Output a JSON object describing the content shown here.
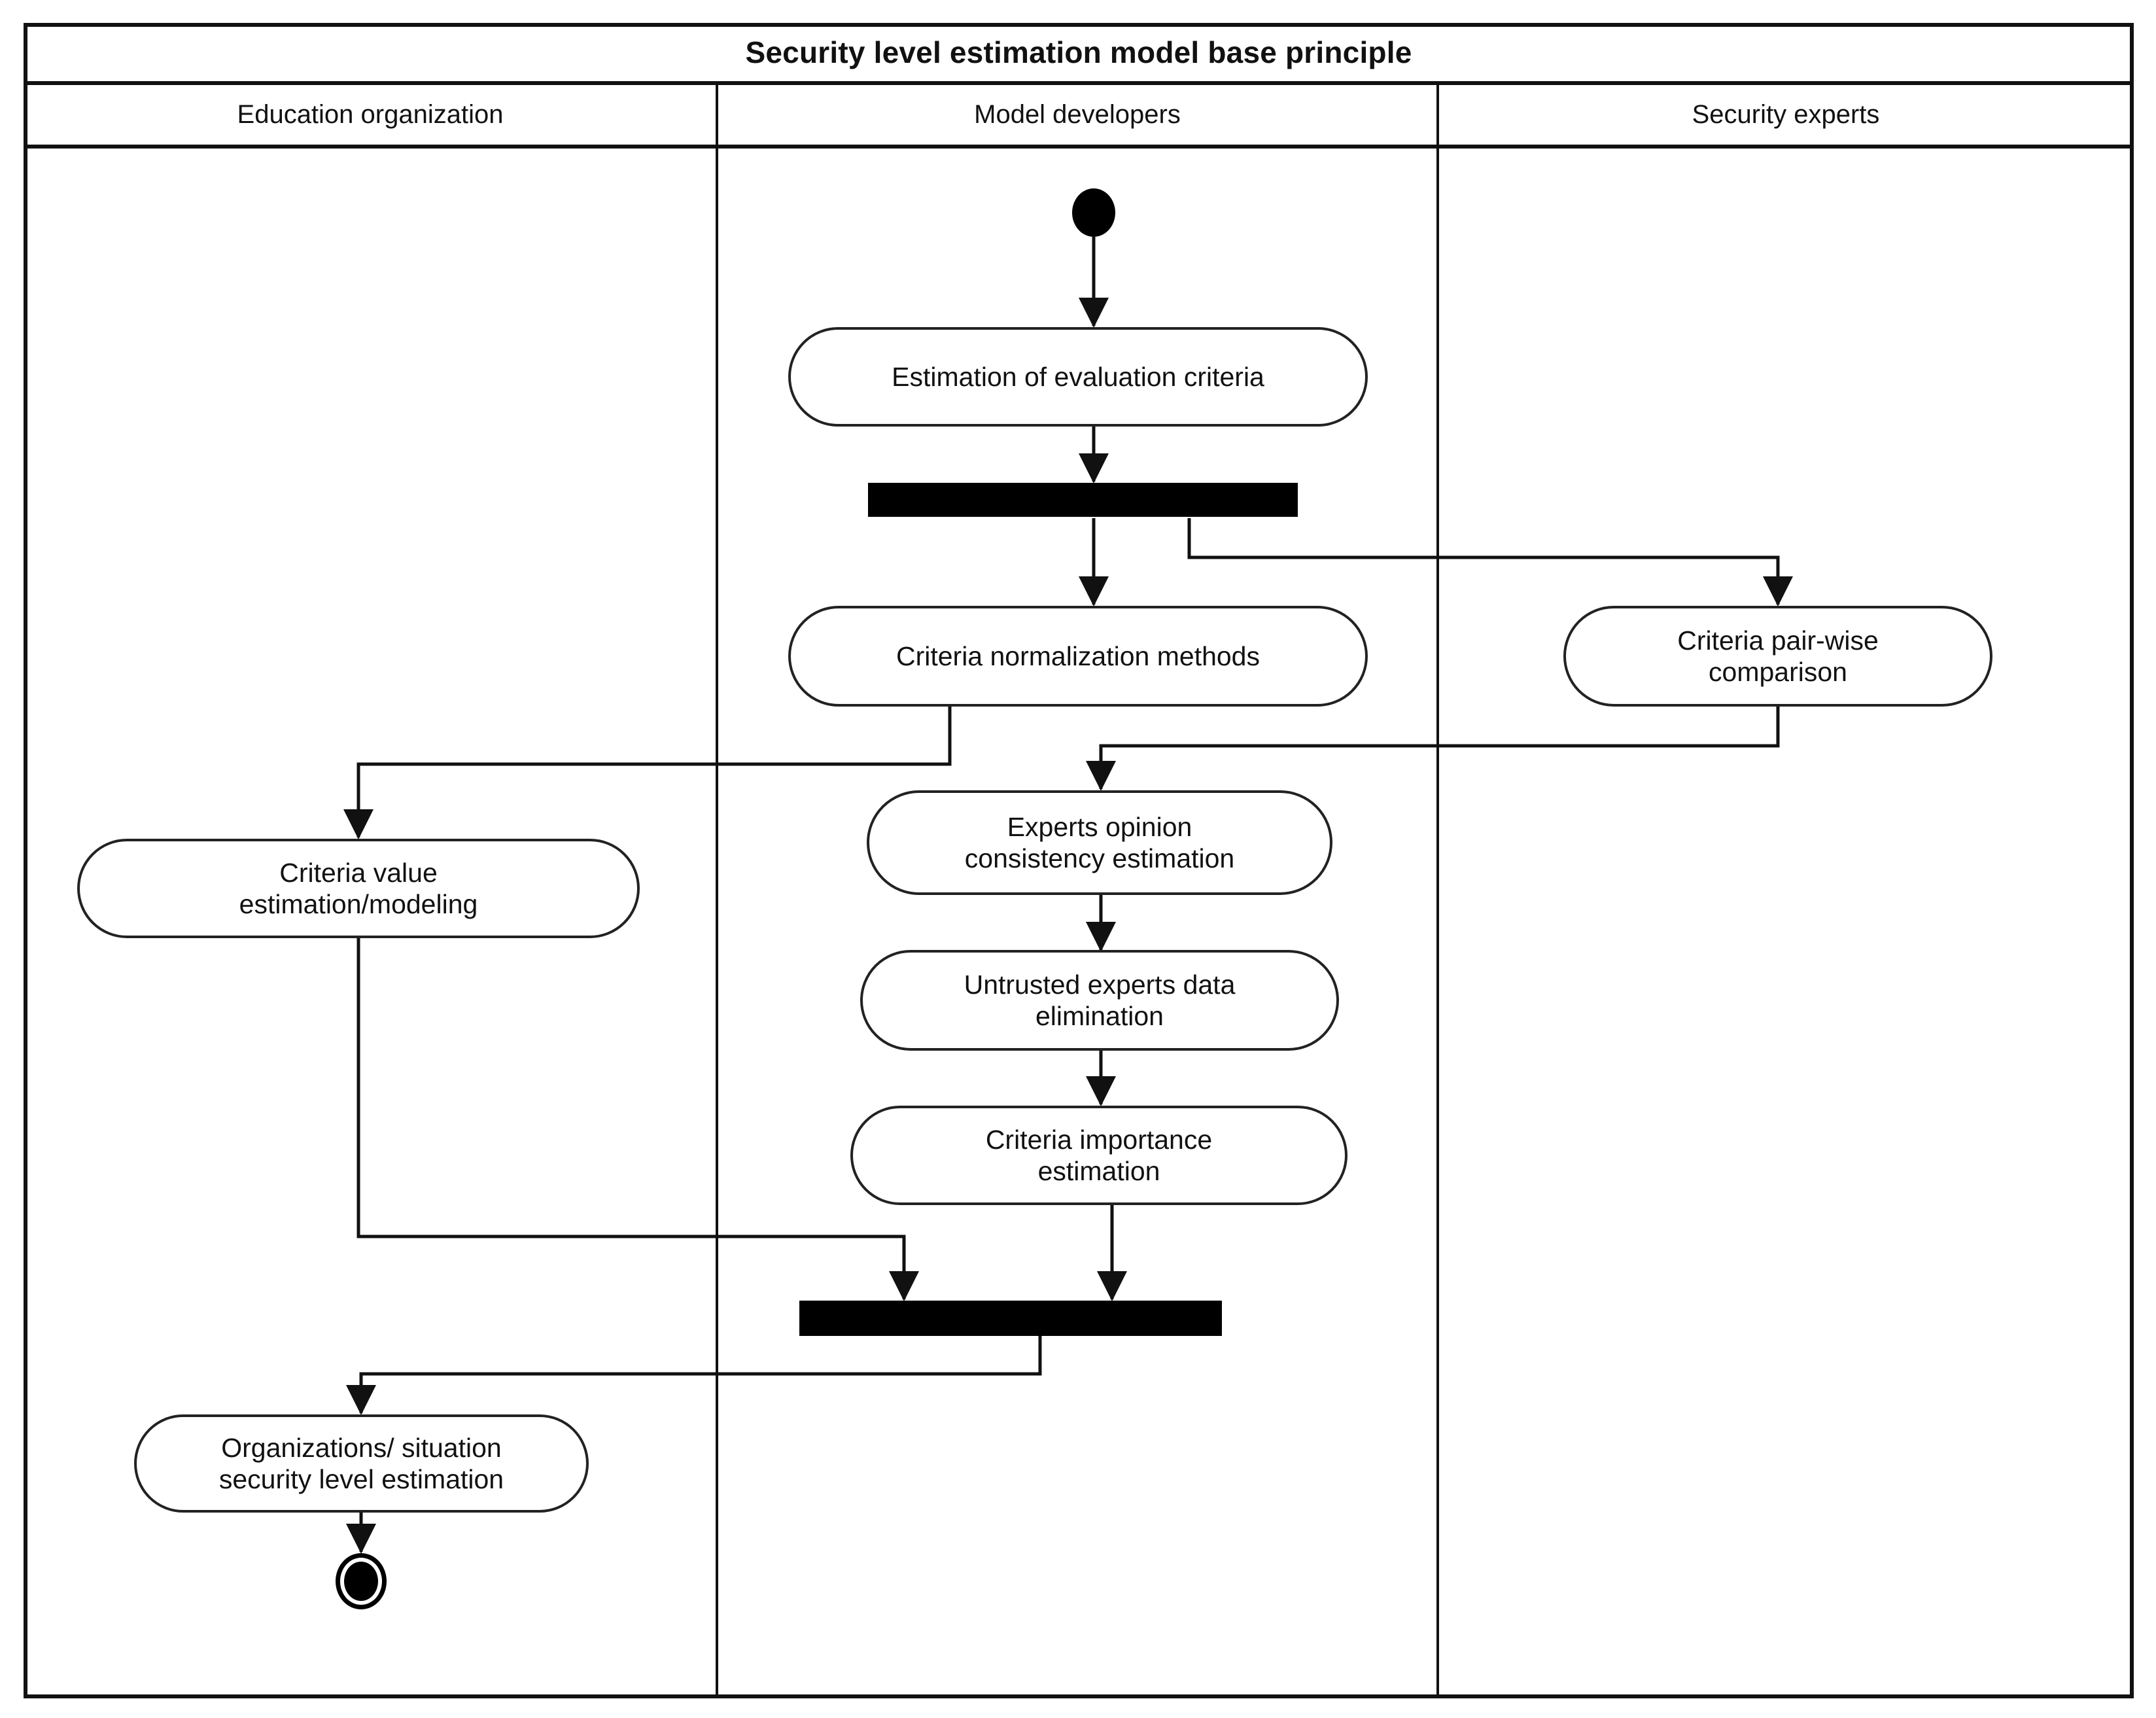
{
  "diagram": {
    "title": "Security level estimation model base principle",
    "type": "uml-activity-swimlane",
    "lanes": [
      {
        "id": "education-organization",
        "label": "Education organization"
      },
      {
        "id": "model-developers",
        "label": "Model developers"
      },
      {
        "id": "security-experts",
        "label": "Security experts"
      }
    ],
    "nodes": [
      {
        "id": "start",
        "kind": "initial-node",
        "lane": "model-developers",
        "label": ""
      },
      {
        "id": "estimation-of-evaluation-criteria",
        "kind": "activity",
        "lane": "model-developers",
        "label": "Estimation of evaluation criteria"
      },
      {
        "id": "fork-1",
        "kind": "fork-bar",
        "lane": "model-developers",
        "label": ""
      },
      {
        "id": "criteria-normalization-methods",
        "kind": "activity",
        "lane": "model-developers",
        "label": "Criteria normalization methods"
      },
      {
        "id": "criteria-pair-wise-comparison",
        "kind": "activity",
        "lane": "security-experts",
        "label": "Criteria pair-wise comparison"
      },
      {
        "id": "criteria-value-estimation-modeling",
        "kind": "activity",
        "lane": "education-organization",
        "label": "Criteria value estimation/modeling"
      },
      {
        "id": "experts-opinion-consistency-estimation",
        "kind": "activity",
        "lane": "model-developers",
        "label": "Experts opinion consistency estimation"
      },
      {
        "id": "untrusted-experts-data-elimination",
        "kind": "activity",
        "lane": "model-developers",
        "label": "Untrusted experts data elimination"
      },
      {
        "id": "criteria-importance-estimation",
        "kind": "activity",
        "lane": "model-developers",
        "label": "Criteria importance estimation"
      },
      {
        "id": "join-1",
        "kind": "join-bar",
        "lane": "model-developers",
        "label": ""
      },
      {
        "id": "organizations-situation-security-level-estimation",
        "kind": "activity",
        "lane": "education-organization",
        "label": "Organizations/ situation security level estimation"
      },
      {
        "id": "end",
        "kind": "final-node",
        "lane": "education-organization",
        "label": ""
      }
    ],
    "edges": [
      {
        "from": "start",
        "to": "estimation-of-evaluation-criteria"
      },
      {
        "from": "estimation-of-evaluation-criteria",
        "to": "fork-1"
      },
      {
        "from": "fork-1",
        "to": "criteria-normalization-methods"
      },
      {
        "from": "fork-1",
        "to": "criteria-pair-wise-comparison"
      },
      {
        "from": "criteria-normalization-methods",
        "to": "criteria-value-estimation-modeling"
      },
      {
        "from": "criteria-pair-wise-comparison",
        "to": "experts-opinion-consistency-estimation"
      },
      {
        "from": "experts-opinion-consistency-estimation",
        "to": "untrusted-experts-data-elimination"
      },
      {
        "from": "untrusted-experts-data-elimination",
        "to": "criteria-importance-estimation"
      },
      {
        "from": "criteria-value-estimation-modeling",
        "to": "join-1"
      },
      {
        "from": "criteria-importance-estimation",
        "to": "join-1"
      },
      {
        "from": "join-1",
        "to": "organizations-situation-security-level-estimation"
      },
      {
        "from": "organizations-situation-security-level-estimation",
        "to": "end"
      }
    ]
  },
  "labels": {
    "node_estimation_of_evaluation_criteria": "Estimation of evaluation criteria",
    "node_criteria_normalization_methods": "Criteria normalization methods",
    "node_criteria_pair_wise_comparison_l1": "Criteria pair-wise",
    "node_criteria_pair_wise_comparison_l2": "comparison",
    "node_criteria_value_estimation_l1": "Criteria value",
    "node_criteria_value_estimation_l2": "estimation/modeling",
    "node_experts_opinion_l1": "Experts opinion",
    "node_experts_opinion_l2": "consistency estimation",
    "node_untrusted_experts_l1": "Untrusted experts data",
    "node_untrusted_experts_l2": "elimination",
    "node_criteria_importance_l1": "Criteria importance",
    "node_criteria_importance_l2": "estimation",
    "node_organizations_l1": "Organizations/ situation",
    "node_organizations_l2": "security level estimation"
  },
  "colors": {
    "stroke": "#111111",
    "node_border": "#222222",
    "bar_fill": "#000000",
    "background": "#ffffff"
  }
}
